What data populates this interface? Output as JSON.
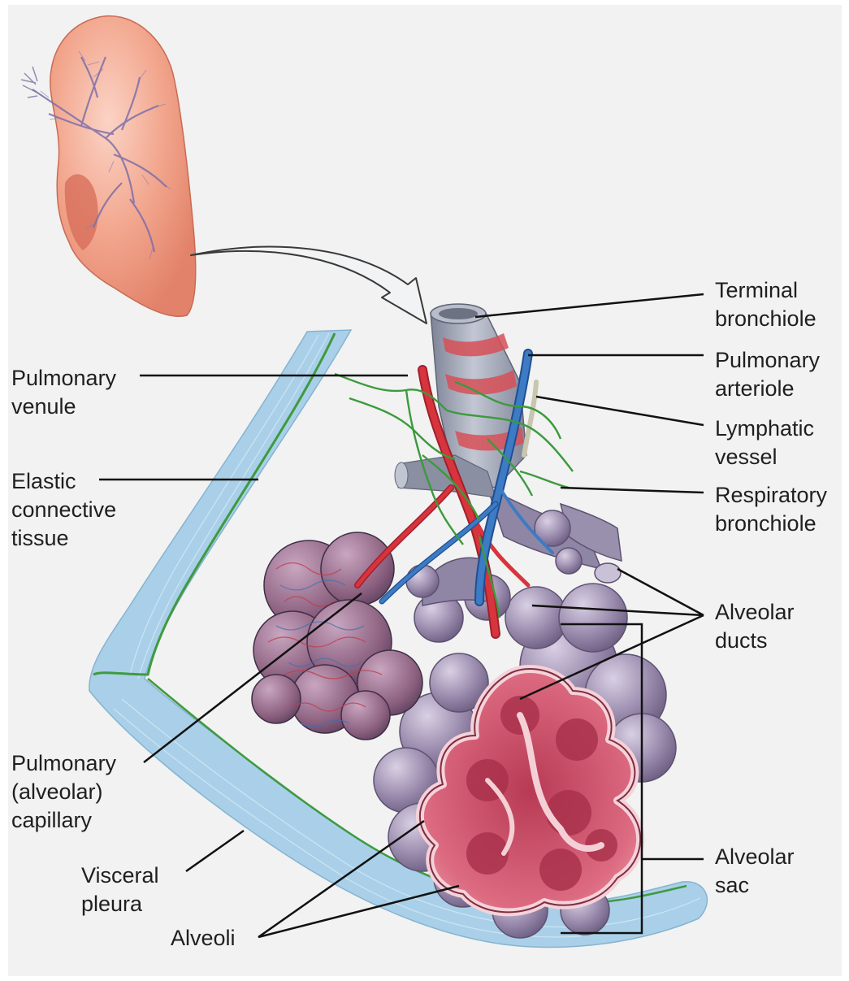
{
  "labels": {
    "terminal_bronchiole": [
      "Terminal",
      "bronchiole"
    ],
    "pulmonary_arteriole": [
      "Pulmonary",
      "arteriole"
    ],
    "lymphatic_vessel": [
      "Lymphatic",
      "vessel"
    ],
    "respiratory_bronchiole": [
      "Respiratory",
      "bronchiole"
    ],
    "alveolar_ducts": [
      "Alveolar",
      "ducts"
    ],
    "alveolar_sac": [
      "Alveolar",
      "sac"
    ],
    "pulmonary_venule": [
      "Pulmonary",
      "venule"
    ],
    "elastic_connective_tissue": [
      "Elastic",
      "connective",
      "tissue"
    ],
    "pulmonary_capillary": [
      "Pulmonary",
      "(alveolar)",
      "capillary"
    ],
    "visceral_pleura": [
      "Visceral",
      "pleura"
    ],
    "alveoli": [
      "Alveoli"
    ]
  },
  "colors": {
    "background": "#f1f2f1",
    "lung": "#ef9a82",
    "bronchiole": "#9fa4b4",
    "artery_blue": "#3d7bc4",
    "vein_red": "#d8343d",
    "lymph_green": "#3c9a3c",
    "pleura": "#aed3ea",
    "alveoli_purple": "#8a7a9c",
    "sac_pink": "#d9586e",
    "leader_line": "#111111"
  }
}
